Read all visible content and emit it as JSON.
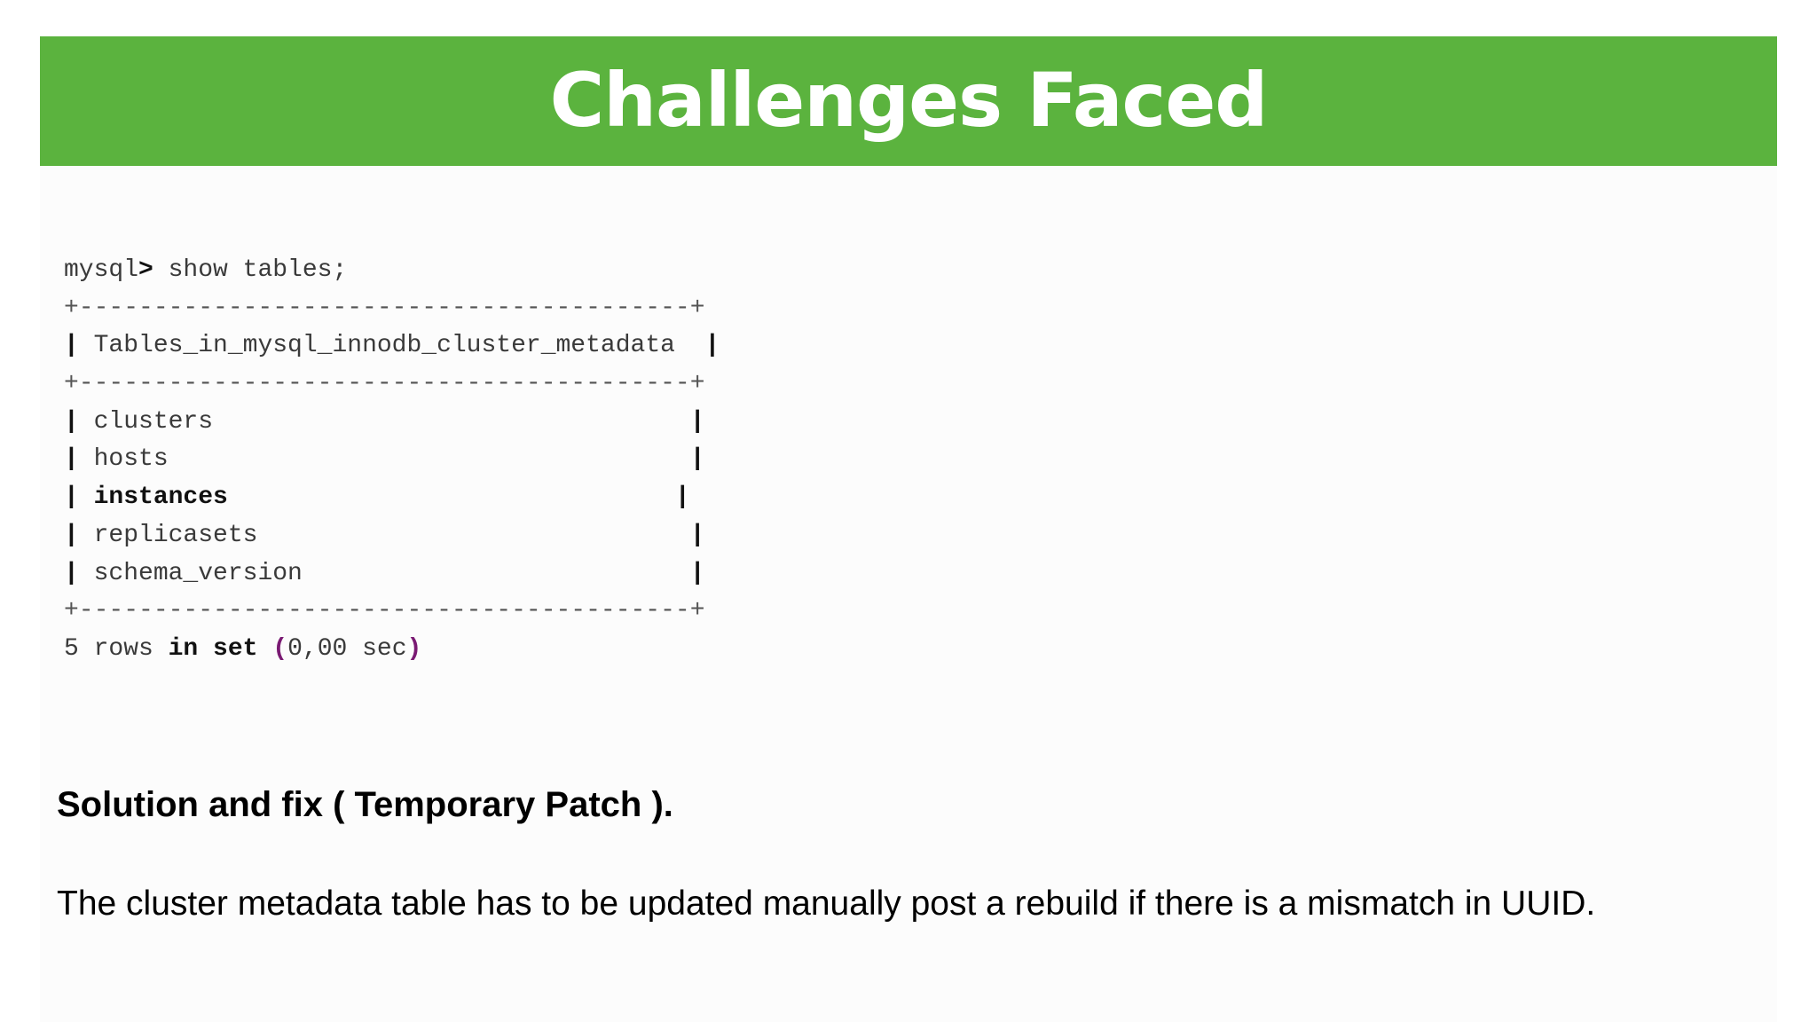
{
  "slide": {
    "title": "Challenges Faced",
    "accent_color": "#5bb33e"
  },
  "terminal": {
    "prompt": "mysql",
    "prompt_symbol": ">",
    "command": " show tables;",
    "border": "+-----------------------------------------+",
    "header_cell": " Tables_in_mysql_innodb_cluster_metadata  ",
    "pipe": "|",
    "rows": [
      {
        "cell": " clusters                                ",
        "bold": false
      },
      {
        "cell": " hosts                                   ",
        "bold": false
      },
      {
        "cell": " instances                              ",
        "bold": true
      },
      {
        "cell": " replicasets                             ",
        "bold": false
      },
      {
        "cell": " schema_version                          ",
        "bold": false
      }
    ],
    "footer": {
      "count": "5 rows ",
      "kw_in": "in",
      "space1": " ",
      "kw_set": "set",
      "space2": " ",
      "paren_open": "(",
      "duration": "0,00 sec",
      "paren_close": ")"
    }
  },
  "solution": {
    "heading": "Solution and fix ( Temporary Patch ).",
    "body": "The cluster metadata table has to be updated manually post a rebuild if there is a mismatch in UUID."
  }
}
